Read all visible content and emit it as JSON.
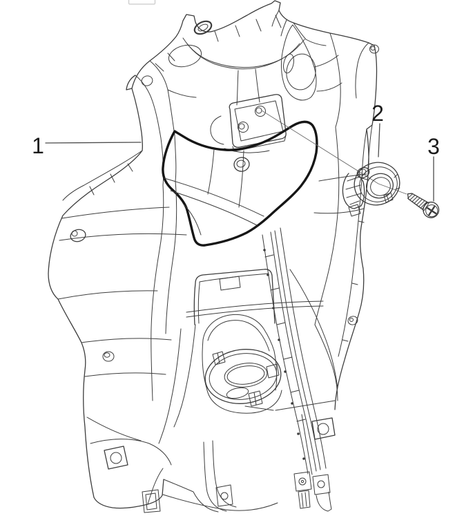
{
  "page": {
    "background": "#ffffff"
  },
  "cropped_box": {
    "description": "bottom sliver of a box cut off at the top edge of the screenshot",
    "border_color": "#d2d2d2"
  },
  "diagram": {
    "kind": "exploded-parts-line-drawing",
    "depicts": "scooter front inner shield panel with lock ring and fixing screw",
    "line_color": "#3c3c3c",
    "bold_line_color": "#161616",
    "leader_color": "#4c4c4c",
    "label_color": "#1c1c1c",
    "axis_line_color": "#6a6a6a",
    "parts": [
      {
        "callout": "1",
        "depicts": "front shield inner panel"
      },
      {
        "callout": "2",
        "depicts": "lock ring"
      },
      {
        "callout": "3",
        "depicts": "self-tapping screw"
      }
    ]
  }
}
